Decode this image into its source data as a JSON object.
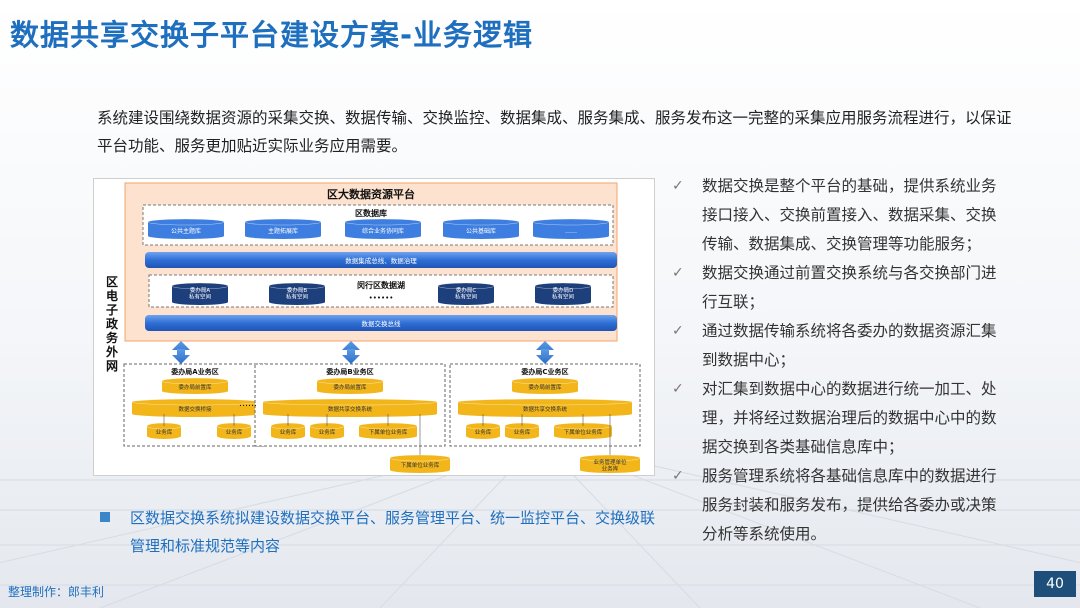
{
  "title": "数据共享交换子平台建设方案-业务逻辑",
  "intro": "系统建设围绕数据资源的采集交换、数据传输、交换监控、数据集成、服务集成、服务发布这一完整的采集应用服务流程进行，以保证平台功能、服务更加贴近实际业务应用需要。",
  "diagram": {
    "side_label": "区电子政务外网",
    "platform_title": "区大数据资源平台",
    "center_db_title": "区数据库",
    "theme_dbs": [
      "公共主题库",
      "主题拓展库",
      "综合业务协同库",
      "公共基础库",
      "……"
    ],
    "integration_bus": "数据集成总线、数据治理",
    "lake_title": "闵行区数据湖",
    "lake_dots": "••••••",
    "lake_items": [
      "委办局A\n私有空间",
      "委办局B\n私有空间",
      "委办局C\n私有空间",
      "委办局D\n私有空间"
    ],
    "exchange_bus": "数据交换总线",
    "zones": [
      {
        "title": "委办局A业务区",
        "front_db": "委办局前置库",
        "bus": "数据交换桥接",
        "dbs": [
          "业务库",
          "业务库"
        ],
        "extra": ""
      },
      {
        "title": "委办局B业务区",
        "front_db": "委办局前置库",
        "bus": "数据共享交换系统",
        "dbs": [
          "业务库",
          "业务库",
          "下属单位业务库"
        ],
        "extra": "下属单位业务库"
      },
      {
        "title": "委办局C业务区",
        "front_db": "委办局前置库",
        "bus": "数据共享交换系统",
        "dbs": [
          "业务库",
          "业务库",
          "下属单位业务库"
        ],
        "extra": "业务管理单位\n业务库"
      }
    ],
    "zone_ellipsis": "……"
  },
  "note": "区数据交换系统拟建设数据交换平台、服务管理平台、统一监控平台、交换级联管理和标准规范等内容",
  "bullets": [
    "数据交换是整个平台的基础，提供系统业务接口接入、交换前置接入、数据采集、交换传输、数据集成、交换管理等功能服务；",
    "数据交换通过前置交换系统与各交换部门进行互联；",
    "通过数据传输系统将各委办的数据资源汇集到数据中心；",
    "对汇集到数据中心的数据进行统一加工、处理，并将经过数据治理后的数据中心中的数据交换到各类基础信息库中；",
    "服务管理系统将各基础信息库中的数据进行服务封装和服务发布，提供给各委办或决策分析等系统使用。"
  ],
  "check_glyph": "✓",
  "footer_credit": "整理制作：郎丰利",
  "page_number": "40",
  "colors": {
    "title": "#1f6fbf",
    "bus": "#2f6fd6",
    "cyl_blue": "#3d7ee0",
    "cyl_navy": "#1d3f7c",
    "cyl_gold": "#f2b61a",
    "platform_bg": "#fde3cf",
    "platform_border": "#f3a36b"
  }
}
